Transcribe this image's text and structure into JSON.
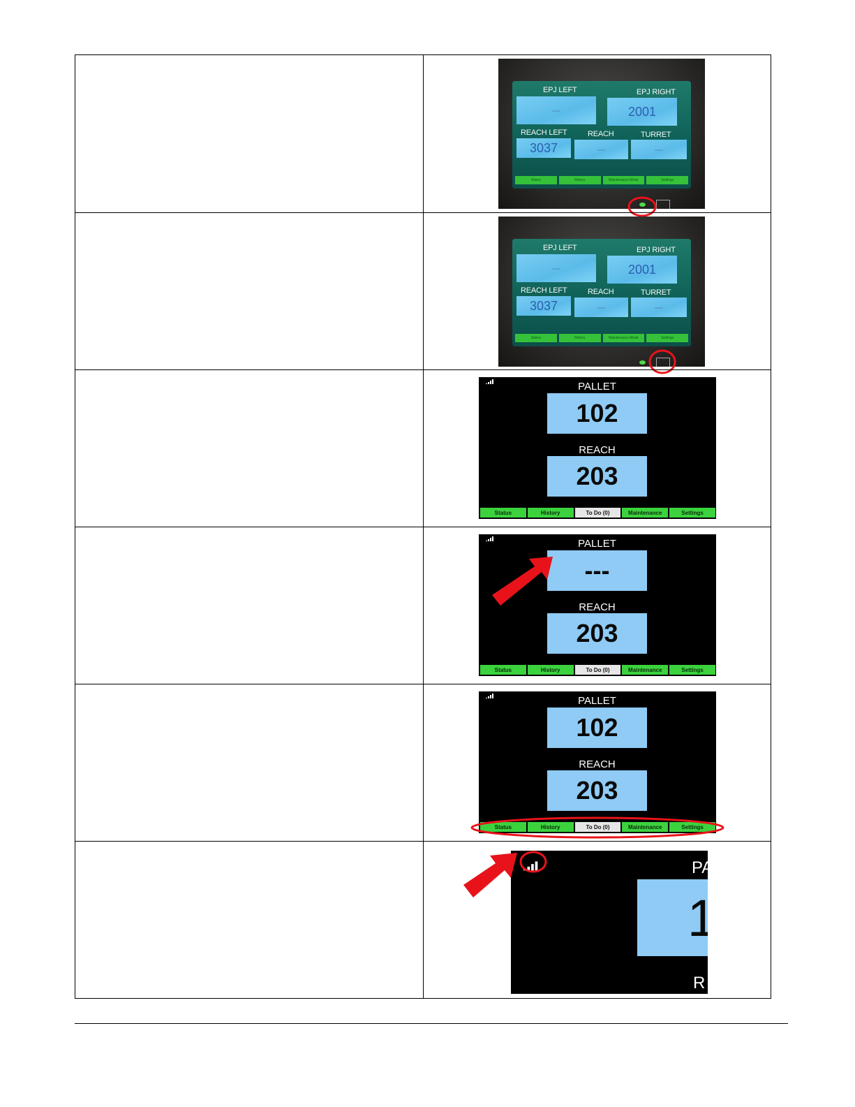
{
  "photo_display": {
    "labels": {
      "epj_left": "EPJ LEFT",
      "epj_right": "EPJ RIGHT",
      "reach_left": "REACH LEFT",
      "reach": "REACH",
      "turret": "TURRET"
    },
    "values": {
      "epj_left": "---",
      "epj_right": "2001",
      "reach_left": "3037",
      "reach": "---",
      "turret": "---"
    },
    "nav": [
      "Status",
      "History",
      "Maintenance Mode",
      "Settings"
    ]
  },
  "new_display": {
    "pallet_label": "PALLET",
    "reach_label": "REACH",
    "pallet_value": "102",
    "pallet_value_unavailable": "---",
    "reach_value": "203",
    "nav": [
      "Status",
      "History",
      "To Do (0)",
      "Maintenance",
      "Settings"
    ],
    "active_tab": "To Do (0)"
  },
  "zoom_view": {
    "heading_fragment": "PA",
    "value_fragment": "1",
    "lower_fragment": "R"
  },
  "colors": {
    "highlight_red": "#e8131a",
    "nav_green": "#3bd23e",
    "value_blue": "#8fcbf5"
  }
}
